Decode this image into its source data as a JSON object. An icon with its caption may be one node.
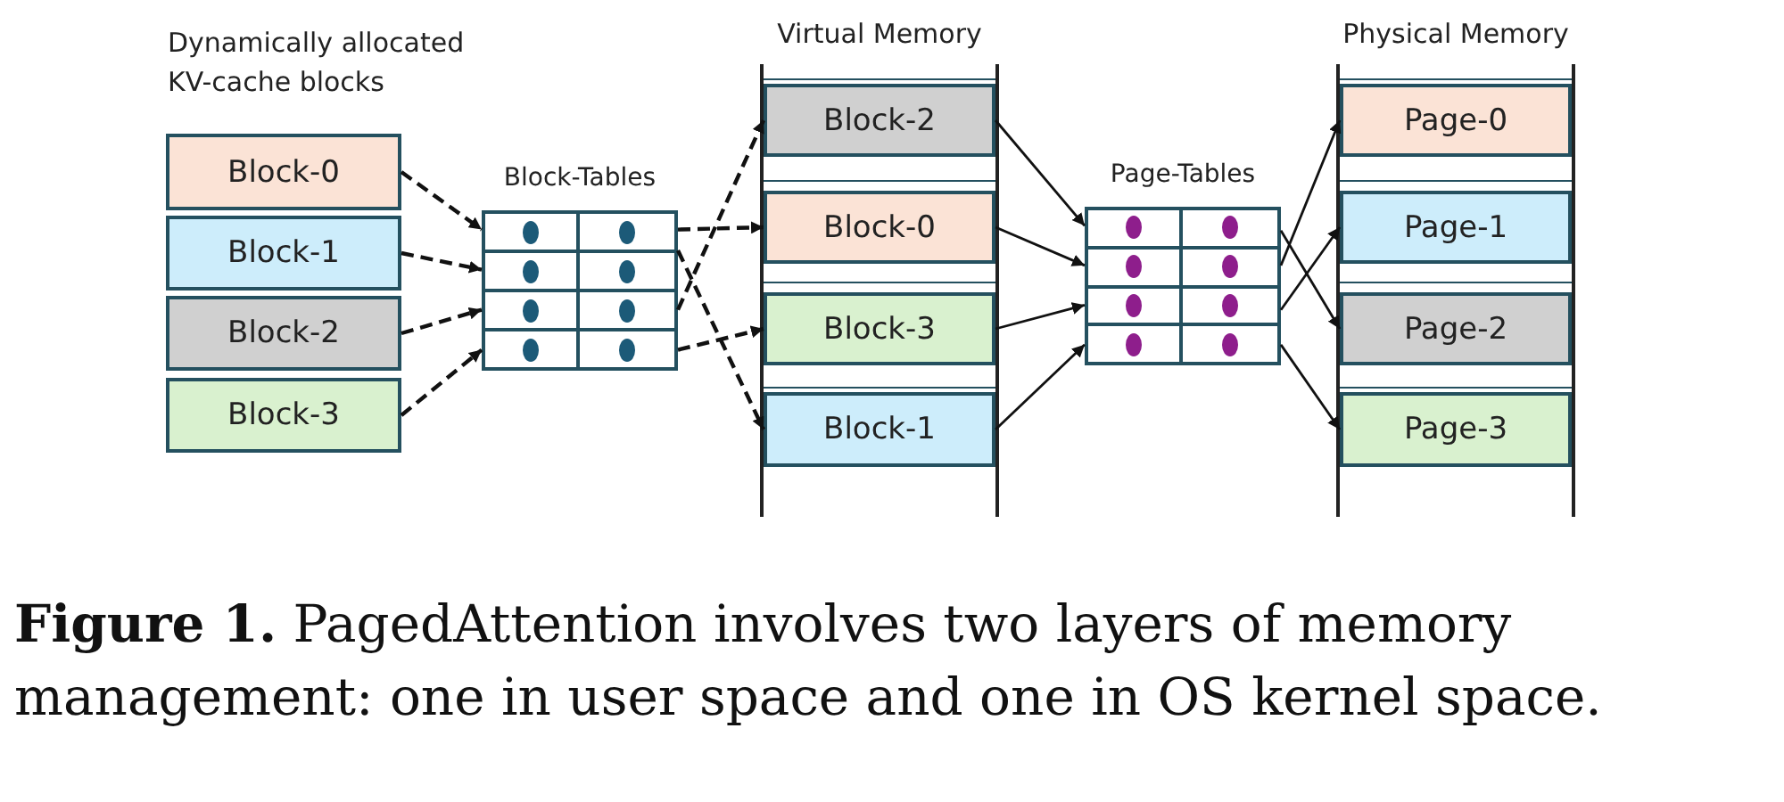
{
  "diagram": {
    "caption": "**Figure 1.** PagedAttention involves two layers of memory management: one in user space and one in OS kernel space.",
    "nodes": [
      {
        "text": [
          "Block-0"
        ]
      },
      {
        "text": [
          "Block-1"
        ]
      },
      {
        "text": [
          "Block-2"
        ]
      },
      {
        "text": [
          "Block-3"
        ]
      },
      {
        "text": [
          "Block-Tables"
        ]
      },
      {
        "text": [
          "Virtual Memory"
        ]
      },
      {
        "text": [
          "Block-2"
        ],
        "in": 5
      },
      {
        "text": [
          "Block-0"
        ],
        "in": 5
      },
      {
        "text": [
          "Block-3"
        ],
        "in": 5
      },
      {
        "text": [
          "Block-1"
        ],
        "in": 5
      },
      {
        "text": [
          "Page-Tables"
        ]
      },
      {
        "text": [
          "Physical Memory"
        ]
      },
      {
        "text": [
          "Page-0"
        ],
        "in": 11
      },
      {
        "text": [
          "Page-1"
        ],
        "in": 11
      },
      {
        "text": [
          "Page-2"
        ],
        "in": 11
      },
      {
        "text": [
          "Page-3"
        ],
        "in": 11
      }
    ],
    "edges": [
      {
        "from": 0,
        "to": 4,
        "arrow": "to",
        "style": "dashed"
      },
      {
        "from": 1,
        "to": 4,
        "arrow": "to",
        "style": "dashed"
      },
      {
        "from": 2,
        "to": 4,
        "arrow": "to",
        "style": "dashed"
      },
      {
        "from": 3,
        "to": 4,
        "arrow": "to",
        "style": "dashed"
      },
      {
        "from": 4,
        "to": 7,
        "arrow": "to",
        "style": "dashed"
      },
      {
        "from": 4,
        "to": 9,
        "arrow": "to",
        "style": "dashed"
      },
      {
        "from": 4,
        "to": 6,
        "arrow": "to",
        "style": "dashed"
      },
      {
        "from": 4,
        "to": 8,
        "arrow": "to",
        "style": "dashed"
      },
      {
        "from": 6,
        "to": 10,
        "arrow": "to"
      },
      {
        "from": 7,
        "to": 10,
        "arrow": "to"
      },
      {
        "from": 8,
        "to": 10,
        "arrow": "to"
      },
      {
        "from": 9,
        "to": 10,
        "arrow": "to"
      },
      {
        "from": 10,
        "to": 14,
        "arrow": "to"
      },
      {
        "from": 10,
        "to": 12,
        "arrow": "to"
      },
      {
        "from": 10,
        "to": 13,
        "arrow": "to"
      },
      {
        "from": 10,
        "to": 15,
        "arrow": "to"
      }
    ],
    "labels": [
      "Dynamically allocated KV-cache blocks"
    ]
  }
}
